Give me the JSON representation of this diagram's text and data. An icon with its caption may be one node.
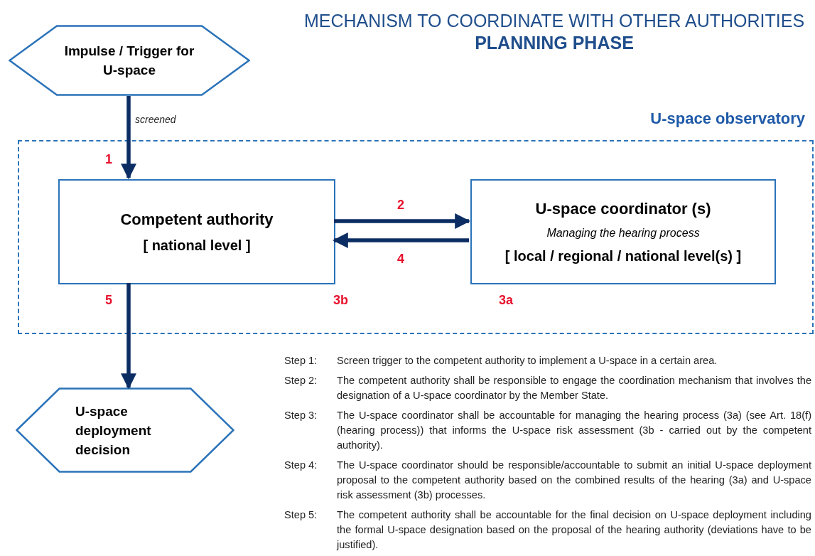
{
  "diagram": {
    "title": "MECHANISM TO COORDINATE WITH OTHER AUTHORITIES **PLANNING PHASE**",
    "nodes": [
      {
        "text": [
          "Impulse / Trigger for U-space"
        ]
      },
      {
        "text": [
          "U-space observatory"
        ]
      },
      {
        "text": [
          "Competent authority",
          "[ national level ]"
        ],
        "in": 1,
        "beside": [
          "3b"
        ]
      },
      {
        "text": [
          "U-space coordinator (s)",
          "Managing the hearing process",
          "[ local / regional / national level(s) ]"
        ],
        "in": 1,
        "beside": [
          "3a"
        ]
      },
      {
        "text": [
          "U-space deployment decision"
        ]
      }
    ],
    "edges": [
      {
        "from": 0,
        "to": 2,
        "arrow": "to",
        "label": "screened"
      },
      {
        "from": 2,
        "to": 3,
        "arrow": "to",
        "label": "2"
      },
      {
        "from": 3,
        "to": 2,
        "arrow": "to",
        "label": "4"
      },
      {
        "from": 2,
        "to": 4,
        "arrow": "to",
        "label": "5"
      }
    ],
    "labels": [
      "1",
      "Step 1:",
      "Screen trigger to the competent authority to implement a U-space in a certain area.",
      "Step 2:",
      "The competent authority shall be responsible to engage the coordination mechanism that involves the designation of a U-space coordinator by the Member State.",
      "Step 3:",
      "The U-space coordinator shall be accountable for managing the hearing process (3a) (see Art. 18(f) (hearing process)) that informs the U-space risk assessment (3b - carried out by the competent authority).",
      "Step 4:",
      "The U-space coordinator should be responsible/accountable to submit an initial U-space deployment proposal to the competent authority based on the combined results of the hearing (3a) and U-space risk assessment (3b) processes.",
      "Step 5:",
      "The competent authority shall be accountable for the final decision on U-space deployment including the formal U-space designation based on the proposal of the hearing authority (deviations have to be justified)."
    ]
  }
}
